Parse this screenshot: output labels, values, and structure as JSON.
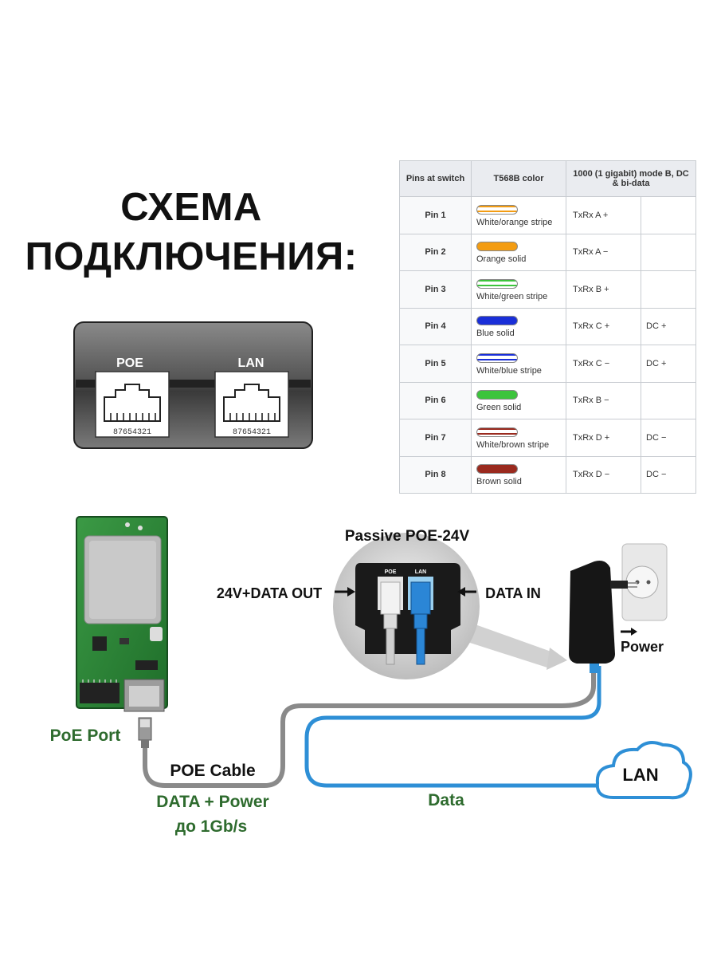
{
  "title": {
    "line1": "СХЕМА",
    "line2": "ПОДКЛЮЧЕНИЯ:"
  },
  "injector_panel": {
    "poe_label": "POE",
    "lan_label": "LAN",
    "pin_numbers": "87654321"
  },
  "pin_table": {
    "headers": [
      "Pins at switch",
      "T568B color",
      "1000 (1 gigabit) mode B, DC & bi-data"
    ],
    "rows": [
      {
        "pin": "Pin 1",
        "color_name": "White/orange stripe",
        "color": "#f39c12",
        "striped": true,
        "signal": "TxRx A +",
        "dc": ""
      },
      {
        "pin": "Pin 2",
        "color_name": "Orange solid",
        "color": "#f39c12",
        "striped": false,
        "signal": "TxRx A −",
        "dc": ""
      },
      {
        "pin": "Pin 3",
        "color_name": "White/green stripe",
        "color": "#3cc43c",
        "striped": true,
        "signal": "TxRx B +",
        "dc": ""
      },
      {
        "pin": "Pin 4",
        "color_name": "Blue solid",
        "color": "#1a2fd8",
        "striped": false,
        "signal": "TxRx C +",
        "dc": "DC +"
      },
      {
        "pin": "Pin 5",
        "color_name": "White/blue stripe",
        "color": "#1a2fd8",
        "striped": true,
        "signal": "TxRx C −",
        "dc": "DC +"
      },
      {
        "pin": "Pin 6",
        "color_name": "Green solid",
        "color": "#3cc43c",
        "striped": false,
        "signal": "TxRx B −",
        "dc": ""
      },
      {
        "pin": "Pin 7",
        "color_name": "White/brown stripe",
        "color": "#9a2a1e",
        "striped": true,
        "signal": "TxRx D +",
        "dc": "DC −"
      },
      {
        "pin": "Pin 8",
        "color_name": "Brown solid",
        "color": "#9a2a1e",
        "striped": false,
        "signal": "TxRx D −",
        "dc": "DC −"
      }
    ]
  },
  "diagram": {
    "injector_title": "Passive POE-24V",
    "out_label": "24V+DATA OUT",
    "in_label": "DATA IN",
    "port_poe": "POE",
    "port_lan": "LAN",
    "power_label": "Power",
    "poe_port_label": "PoE Port",
    "cable_label": "POE Cable",
    "data_power_label": "DATA + Power",
    "speed_label": "до 1Gb/s",
    "data_label": "Data",
    "lan_cloud": "LAN"
  },
  "colors": {
    "green_text": "#2e6b2e",
    "blue_cable": "#2e8fd6",
    "grey_cable": "#8a8a8a",
    "pcb_green": "#2f8a3a"
  }
}
